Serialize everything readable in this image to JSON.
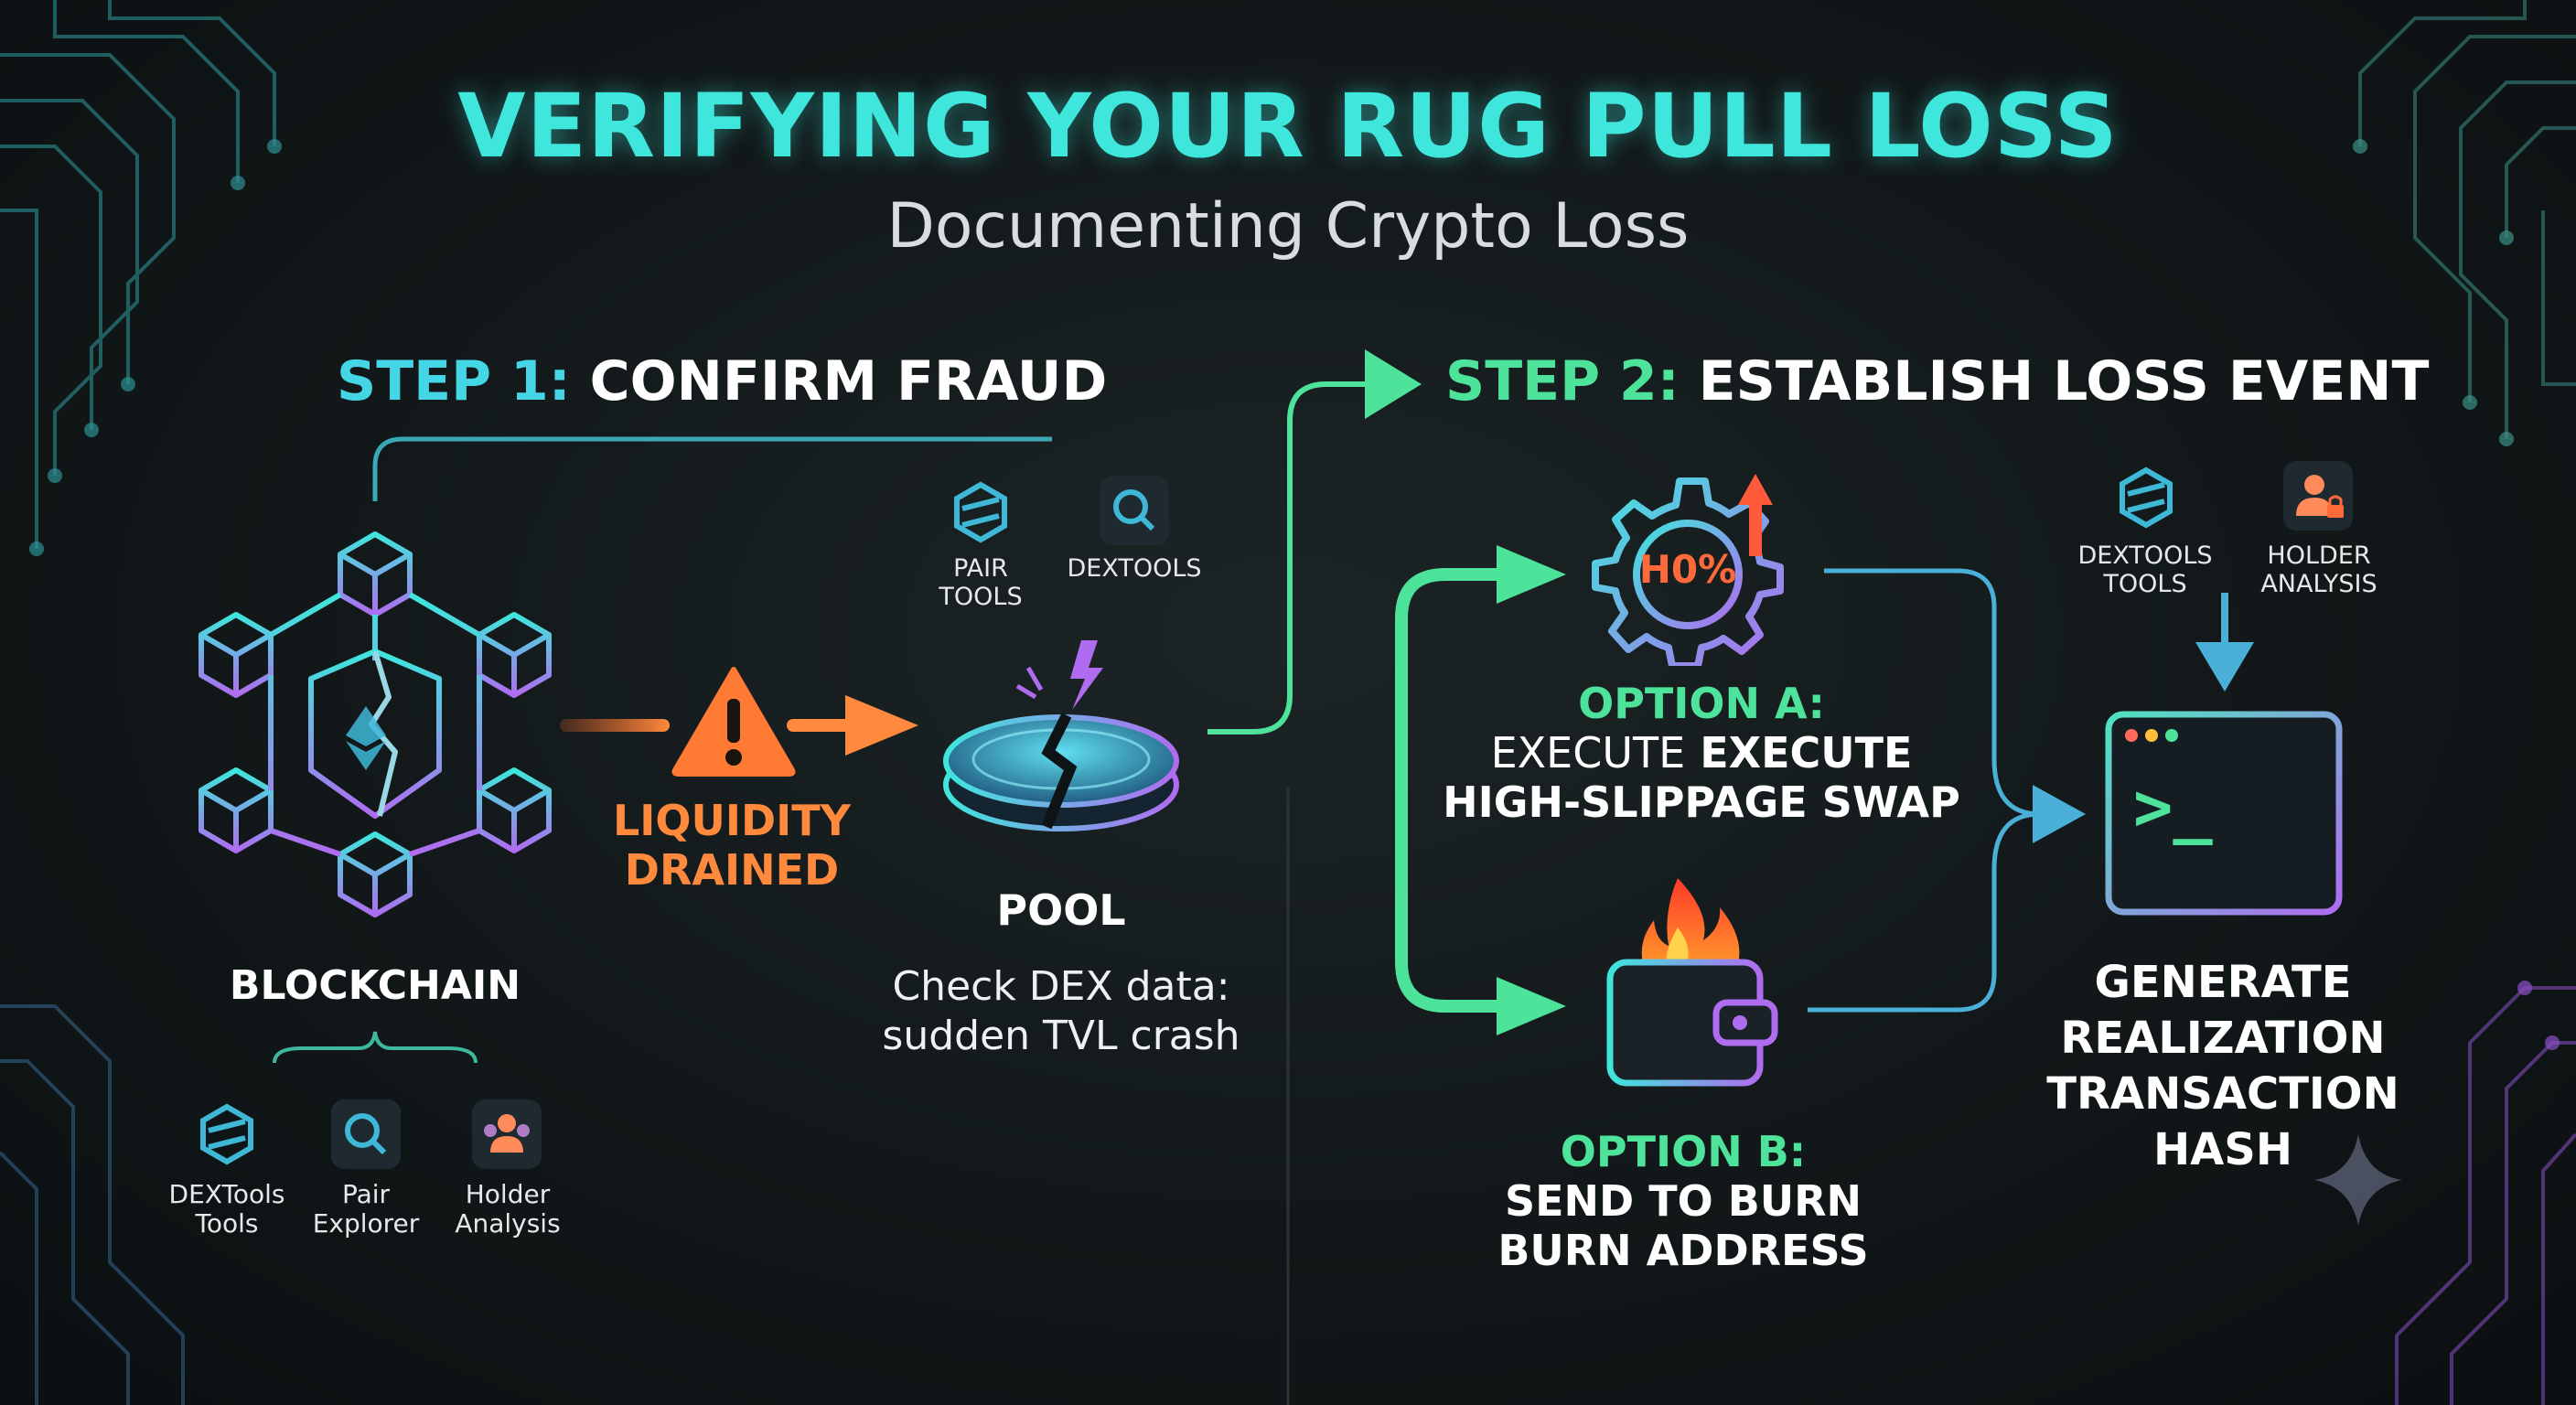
{
  "title": "VERIFYING YOUR RUG PULL LOSS",
  "subtitle": "Documenting Crypto Loss",
  "step1": {
    "prefix": "STEP 1:",
    "text": "CONFIRM FRAUD",
    "blockchain_label": "BLOCKCHAIN",
    "warning_line1": "LIQUIDITY",
    "warning_line2": "DRAINED",
    "pool_label": "POOL",
    "pool_desc_line1": "Check DEX data:",
    "pool_desc_line2": "sudden TVL crash",
    "pool_tools": [
      {
        "icon": "hexagon-logo-icon",
        "line1": "PAIR",
        "line2": "TOOLS"
      },
      {
        "icon": "search-icon",
        "line1": "DEXTOOLS",
        "line2": ""
      }
    ],
    "blockchain_tools": [
      {
        "icon": "hexagon-logo-icon",
        "line1": "DEXTools",
        "line2": "Tools"
      },
      {
        "icon": "search-icon",
        "line1": "Pair",
        "line2": "Explorer"
      },
      {
        "icon": "people-icon",
        "line1": "Holder",
        "line2": "Analysis"
      }
    ]
  },
  "step2": {
    "prefix": "STEP 2:",
    "text": "ESTABLISH LOSS EVENT",
    "gear_badge": "H0%",
    "option_a": {
      "heading": "OPTION A:",
      "line1_light": "EXECUTE",
      "line1_bold": "EXECUTE",
      "line2": "HIGH-SLIPPAGE SWAP"
    },
    "option_b": {
      "heading": "OPTION B:",
      "line1": "SEND TO BURN",
      "line2": "BURN ADDRESS"
    },
    "tools": [
      {
        "icon": "hexagon-logo-icon",
        "line1": "DEXTOOLS",
        "line2": "TOOLS"
      },
      {
        "icon": "holder-lock-icon",
        "line1": "HOLDER",
        "line2": "ANALYSIS"
      }
    ],
    "result_lines": [
      "GENERATE",
      "REALIZATION",
      "TRANSACTION",
      "HASH"
    ],
    "terminal_prompt": ">_"
  },
  "colors": {
    "teal": "#3ee6dc",
    "green": "#4ee39a",
    "orange": "#ff8a3d",
    "purple": "#b06cf0",
    "blue": "#4bb0d8"
  }
}
